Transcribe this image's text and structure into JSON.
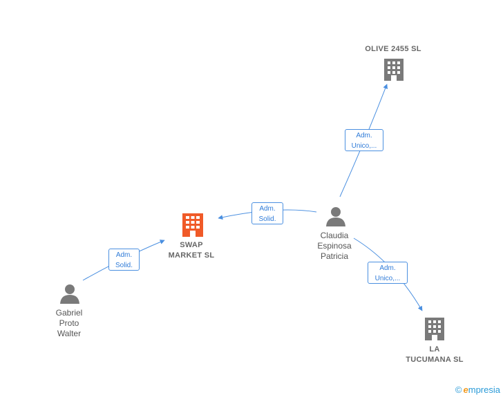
{
  "nodes": {
    "swap": {
      "line1": "SWAP",
      "line2": "MARKET  SL",
      "color": "#f05a28"
    },
    "olive": {
      "line1": "OLIVE 2455  SL",
      "color": "#7a7a7a"
    },
    "tucumana": {
      "line1": "LA",
      "line2": "TUCUMANA  SL",
      "color": "#7a7a7a"
    },
    "claudia": {
      "line1": "Claudia",
      "line2": "Espinosa",
      "line3": "Patricia"
    },
    "gabriel": {
      "line1": "Gabriel",
      "line2": "Proto",
      "line3": "Walter"
    }
  },
  "edges": {
    "claudia_olive": {
      "line1": "Adm.",
      "line2": "Unico,..."
    },
    "claudia_swap": {
      "line1": "Adm.",
      "line2": "Solid."
    },
    "gabriel_swap": {
      "line1": "Adm.",
      "line2": "Solid."
    },
    "claudia_tucumana": {
      "line1": "Adm.",
      "line2": "Unico,..."
    }
  },
  "colors": {
    "edge": "#4a8fe0",
    "person": "#7a7a7a"
  },
  "watermark": {
    "copyright": "©",
    "brand_first": "e",
    "brand_rest": "mpresia"
  }
}
